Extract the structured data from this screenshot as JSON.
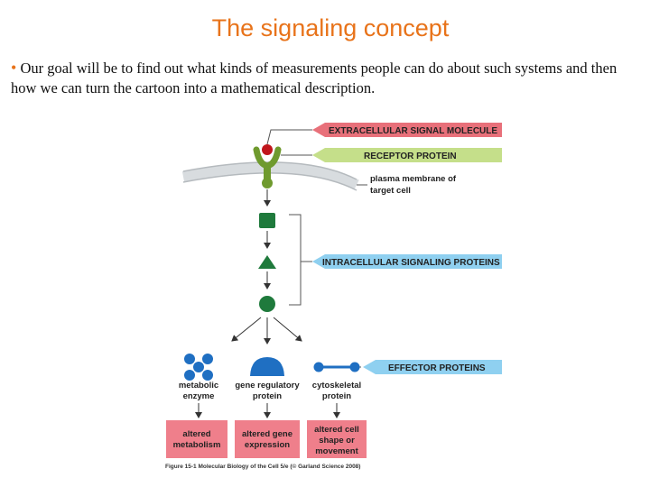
{
  "slide": {
    "title": "The signaling concept",
    "bullet": "Our goal will be to find out what kinds of measurements people can do about such systems and then how we can turn the cartoon into a mathematical description."
  },
  "figure": {
    "labels": {
      "extracellular_signal": "EXTRACELLULAR SIGNAL MOLECULE",
      "receptor": "RECEPTOR PROTEIN",
      "membrane_line1": "plasma membrane of",
      "membrane_line2": "target cell",
      "intracellular": "INTRACELLULAR SIGNALING PROTEINS",
      "effector": "EFFECTOR PROTEINS"
    },
    "effectors": {
      "metabolic_l1": "metabolic",
      "metabolic_l2": "enzyme",
      "gene_l1": "gene regulatory",
      "gene_l2": "protein",
      "cyto_l1": "cytoskeletal",
      "cyto_l2": "protein"
    },
    "outcomes": {
      "metabolism_l1": "altered",
      "metabolism_l2": "metabolism",
      "gene_l1": "altered gene",
      "gene_l2": "expression",
      "shape_l1": "altered cell",
      "shape_l2": "shape or",
      "shape_l3": "movement"
    },
    "caption": "Figure 15-1  Molecular Biology of the Cell 5/e (© Garland Science 2008)",
    "colors": {
      "title_orange": "#e8731a",
      "signal_red": "#c0161c",
      "receptor_green": "#6f9a2e",
      "signaling_green": "#1f7a3c",
      "effector_blue": "#1f6fc2",
      "tag_red": "#e8707a",
      "tag_green": "#c5df8a",
      "tag_blue": "#8fd0f0",
      "outcome_pink": "#ef7f8b"
    }
  }
}
